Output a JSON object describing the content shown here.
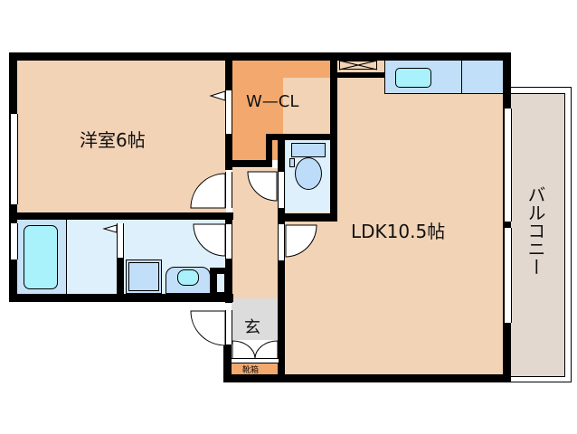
{
  "floorplan": {
    "rooms": {
      "western_room": {
        "label": "洋室6帖",
        "color": "#f2d3b6"
      },
      "walk_in_closet": {
        "label": "W—CL",
        "color": "#f3a96d"
      },
      "ldk": {
        "label": "LDK10.5帖",
        "color": "#f2d3b6"
      },
      "balcony": {
        "label": "バルコニー",
        "color": "#e3d8cf"
      },
      "entrance": {
        "label": "玄",
        "color": "#dcdcdc"
      },
      "shoe_box": {
        "label": "靴箱",
        "color": "#f3a96d"
      },
      "bathroom": {
        "color": "#c8e2f7"
      },
      "washroom": {
        "color": "#def0fb"
      },
      "toilet": {
        "color": "#def0fb"
      },
      "hallway": {
        "color": "#f2d3b6"
      }
    },
    "fixtures": {
      "bathtub_color": "#a9f1fb",
      "kitchen_counter_color": "#c2dffa",
      "sink_color": "#a9f1fb"
    },
    "colors": {
      "wall": "#000000",
      "background": "#ffffff"
    }
  }
}
